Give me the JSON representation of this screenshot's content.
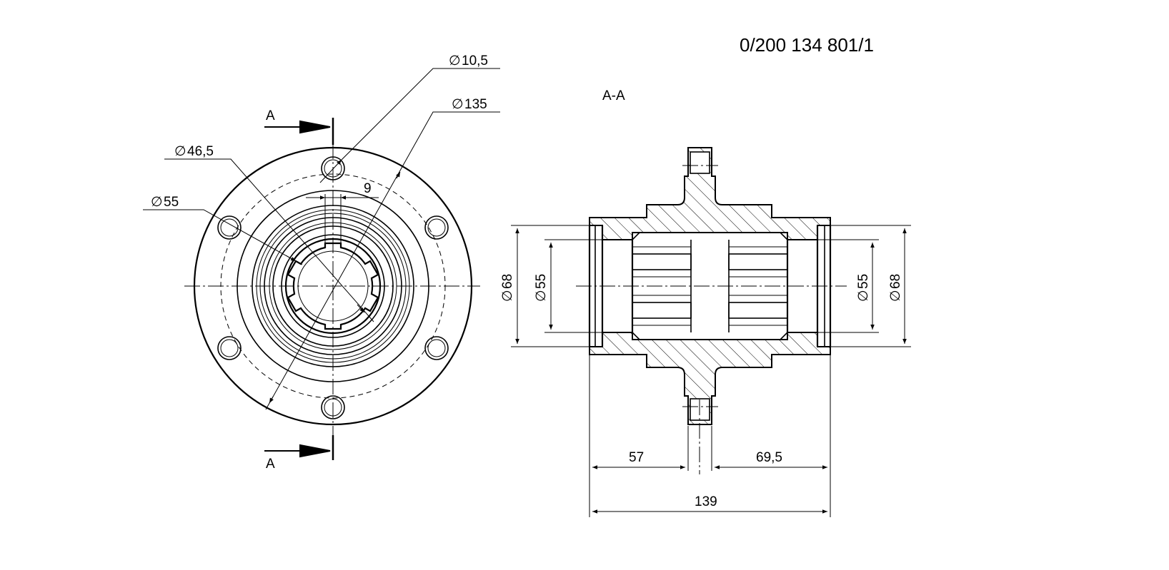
{
  "drawing": {
    "part_number": "0/200 134 801/1",
    "section_title": "A-A",
    "section_marker_top": "A",
    "section_marker_bottom": "A",
    "front_view": {
      "hole_diameter": "10,5",
      "bolt_circle_diameter": "135",
      "spline_inner_diameter": "46,5",
      "spline_outer_diameter": "55",
      "spline_width": "9"
    },
    "section_view": {
      "left_outer_diameter": "68",
      "left_inner_diameter": "55",
      "right_inner_diameter": "55",
      "right_outer_diameter": "68",
      "left_length": "57",
      "right_length": "69,5",
      "total_length": "139"
    },
    "diameter_symbol": "∅"
  }
}
